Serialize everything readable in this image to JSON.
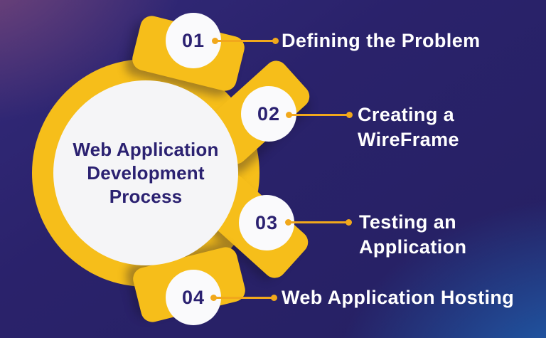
{
  "infographic": {
    "title": "Web Application\nDevelopment\nProcess",
    "steps": [
      {
        "number": "01",
        "label": "Defining the Problem"
      },
      {
        "number": "02",
        "label": "Creating a\nWireFrame"
      },
      {
        "number": "03",
        "label": "Testing an\nApplication"
      },
      {
        "number": "04",
        "label": "Web Application Hosting"
      }
    ],
    "colors": {
      "background_navy": "#272064",
      "corner_purple": "#5D3A66",
      "corner_blue": "#1D5D9D",
      "accent_yellow": "#F6BE1A",
      "connector_yellow": "#F1A81C",
      "title_navy": "#2B2171",
      "label_white": "#FFFFFF",
      "circle_white": "#F5F5F7"
    }
  }
}
